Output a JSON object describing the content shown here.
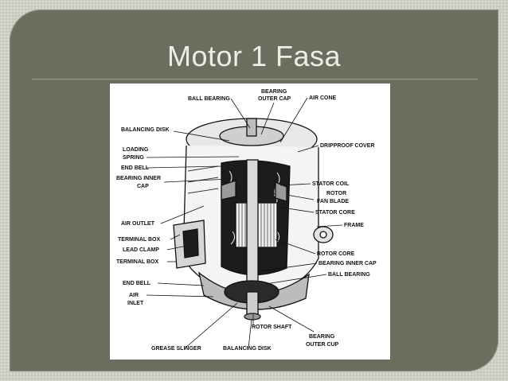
{
  "slide": {
    "title": "Motor 1 Fasa"
  },
  "diagram": {
    "labels": {
      "ball_bearing_top": "BALL BEARING",
      "bearing_outer_cap_top_1": "BEARING",
      "bearing_outer_cap_top_2": "OUTER CAP",
      "air_cone": "AIR CONE",
      "balancing_disk_top": "BALANCING DISK",
      "dripproof_cover": "DRIPPROOF COVER",
      "loading_spring_1": "LOADING",
      "loading_spring_2": "SPRING",
      "end_bell_top": "END BELL",
      "bearing_inner_cap_left_1": "BEARING INNER",
      "bearing_inner_cap_left_2": "CAP",
      "stator_coil": "STATOR COIL",
      "rotor_fan_blade_1": "ROTOR",
      "rotor_fan_blade_2": "FAN BLADE",
      "stator_core": "STATOR CORE",
      "air_outlet": "AIR OUTLET",
      "frame": "FRAME",
      "terminal_box_top": "TERMINAL BOX",
      "lead_clamp": "LEAD CLAMP",
      "terminal_box_bottom": "TERMINAL BOX",
      "rotor_core": "ROTOR CORE",
      "bearing_inner_cap_right": "BEARING INNER CAP",
      "ball_bearing_bottom": "BALL BEARING",
      "end_bell_bottom": "END BELL",
      "air_inlet_1": "AIR",
      "air_inlet_2": "INLET",
      "rotor_shaft": "ROTOR SHAFT",
      "grease_slinger": "GREASE SLINGER",
      "balancing_disk_bottom": "BALANCING DISK",
      "bearing_outer_cap_bottom_1": "BEARING",
      "bearing_outer_cap_bottom_2": "OUTER CUP"
    }
  }
}
